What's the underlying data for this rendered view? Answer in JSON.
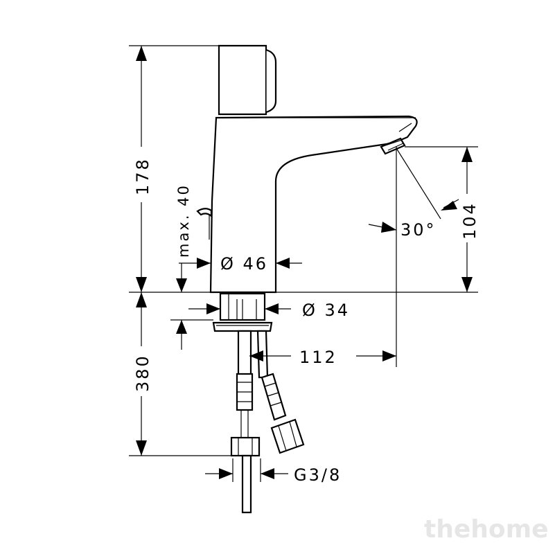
{
  "dimensions": {
    "total_height": "178",
    "lever_clearance": "max. 40",
    "spout_height": "104",
    "spout_angle": "30°",
    "body_diameter": "Ø 46",
    "shank_diameter": "Ø  34",
    "projection": "112",
    "hose_length": "380",
    "connection_thread": "G3/8"
  },
  "watermark": "thehome"
}
